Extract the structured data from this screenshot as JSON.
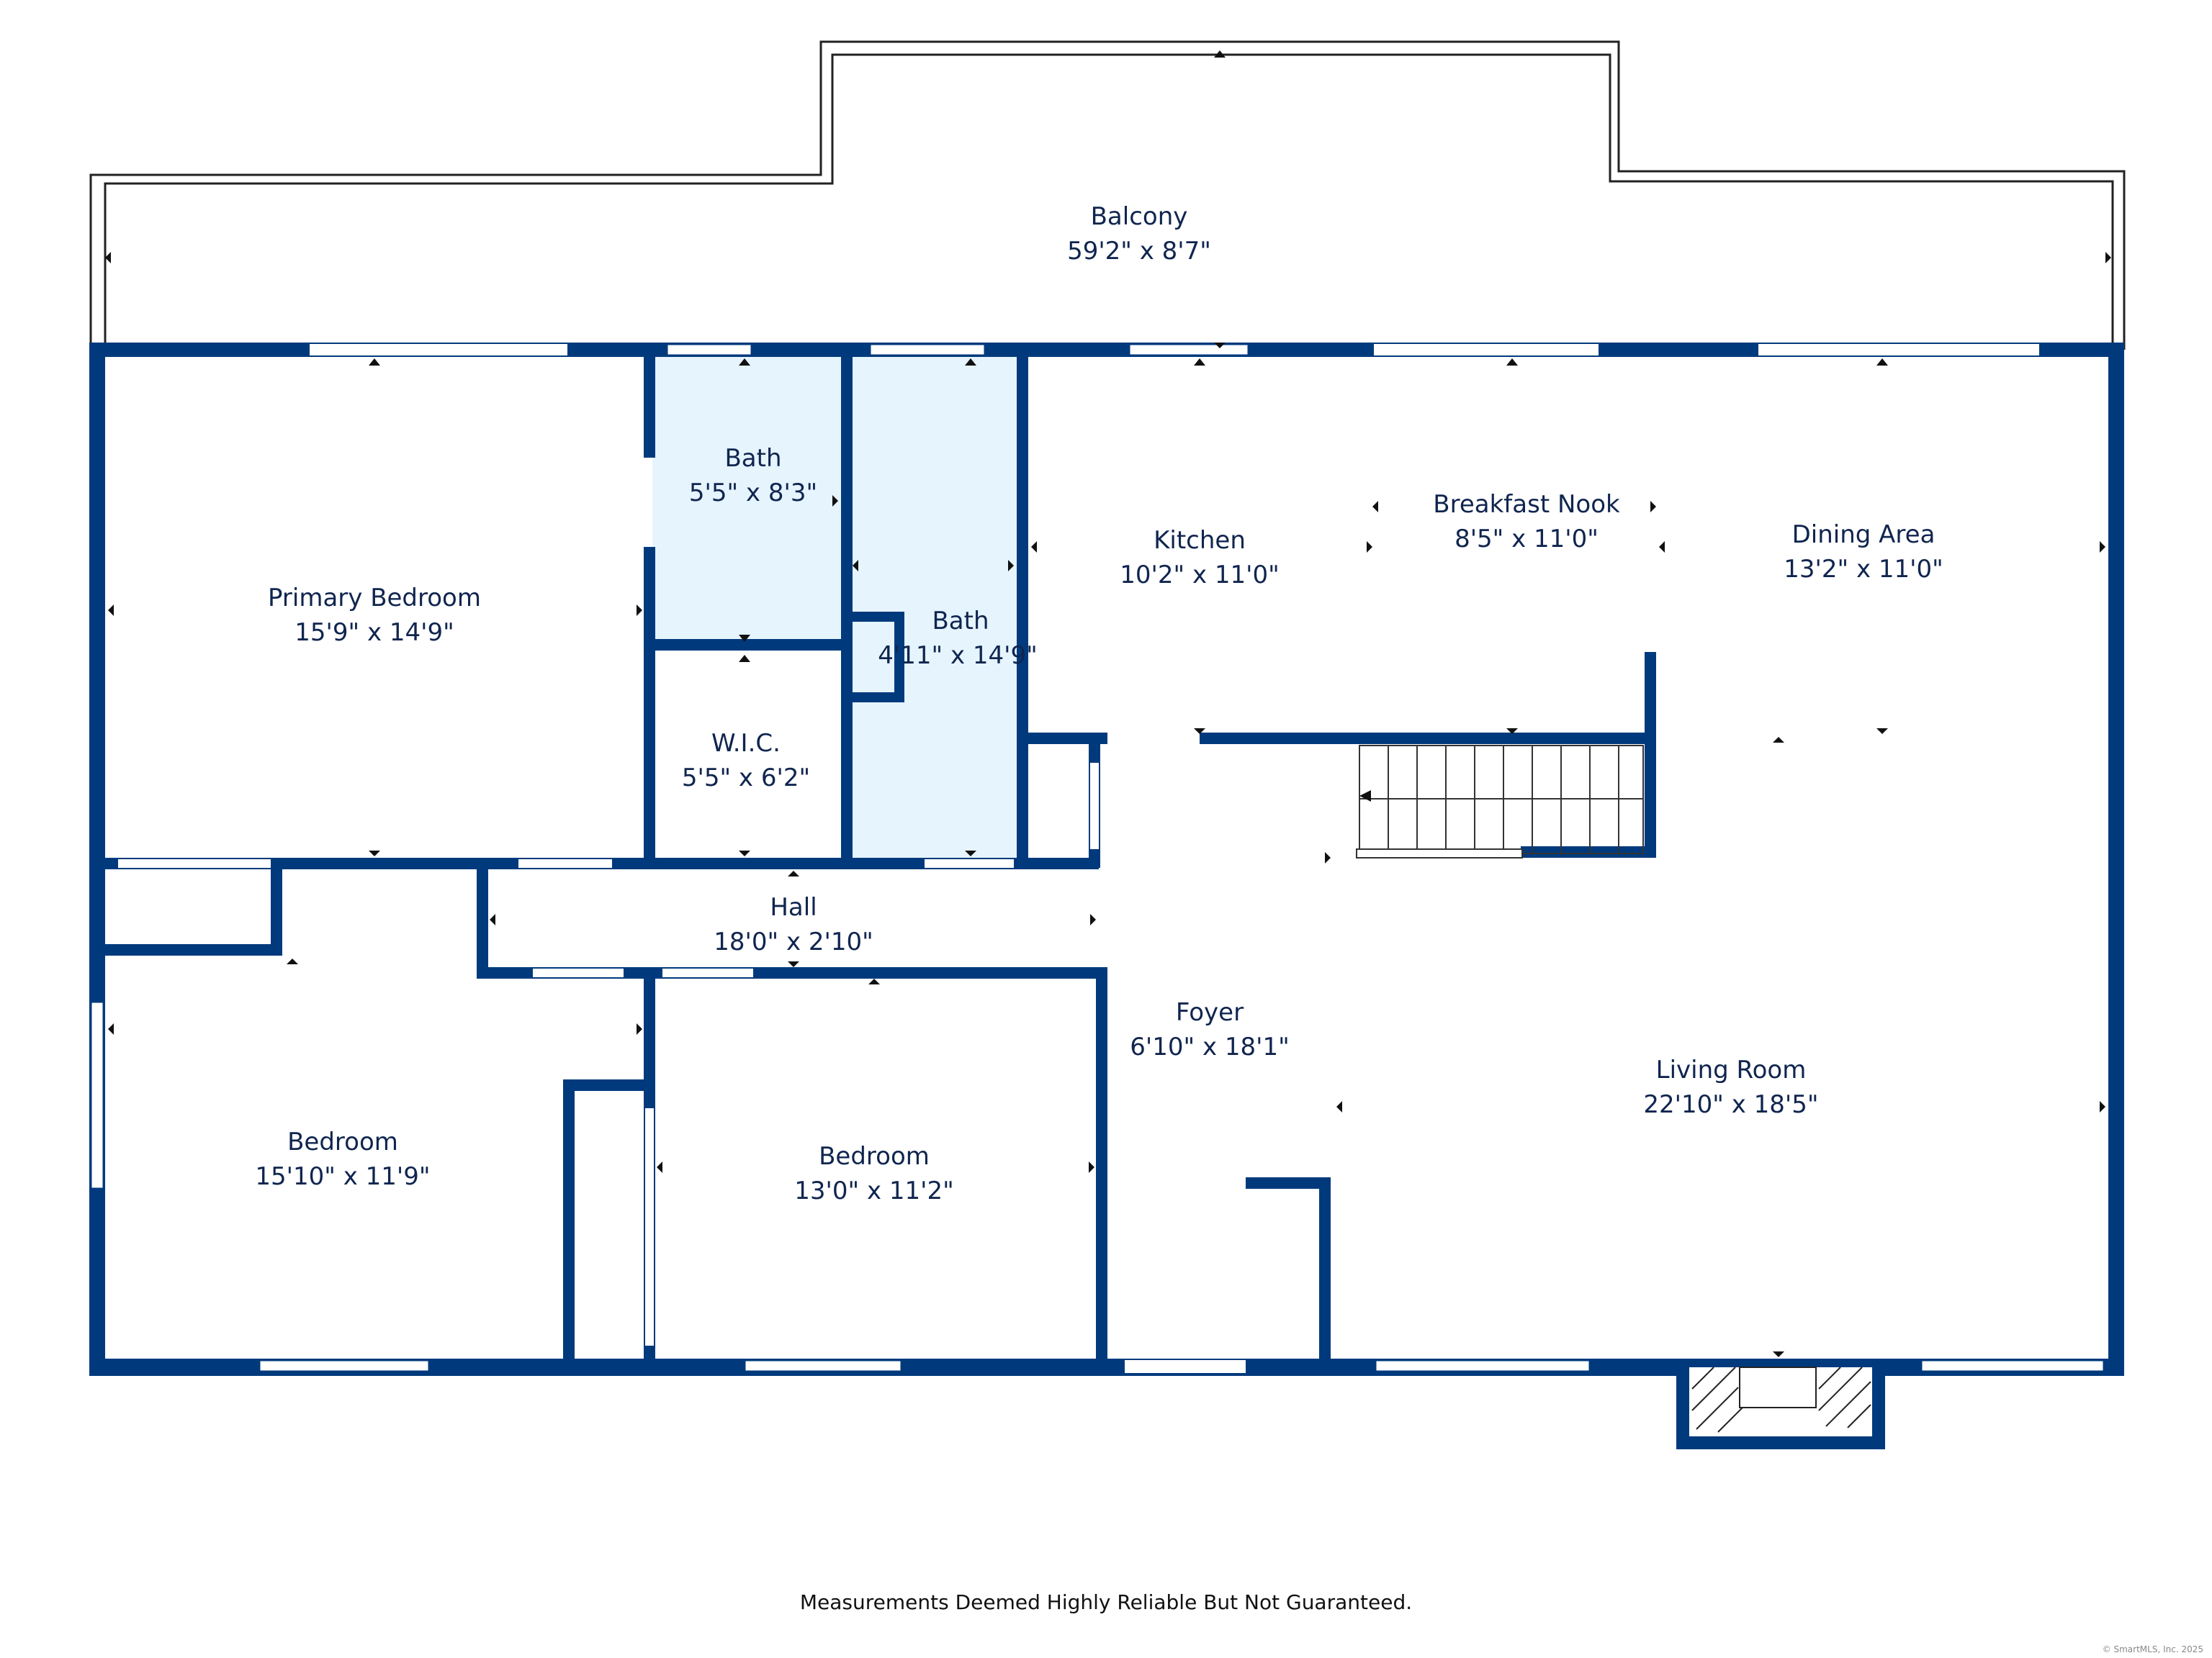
{
  "colors": {
    "wall": "#003a7d",
    "bath_fill": "#e6f4fd",
    "label": "#10254f"
  },
  "rooms": {
    "balcony": {
      "name": "Balcony",
      "dims": "59'2\" x 8'7\""
    },
    "primary_bedroom": {
      "name": "Primary Bedroom",
      "dims": "15'9\" x 14'9\""
    },
    "bath_1": {
      "name": "Bath",
      "dims": "5'5\" x 8'3\""
    },
    "bath_2": {
      "name": "Bath",
      "dims": "4'11\" x 14'9\""
    },
    "wic": {
      "name": "W.I.C.",
      "dims": "5'5\" x 6'2\""
    },
    "kitchen": {
      "name": "Kitchen",
      "dims": "10'2\" x 11'0\""
    },
    "breakfast_nook": {
      "name": "Breakfast Nook",
      "dims": "8'5\" x 11'0\""
    },
    "dining_area": {
      "name": "Dining Area",
      "dims": "13'2\" x 11'0\""
    },
    "hall": {
      "name": "Hall",
      "dims": "18'0\" x 2'10\""
    },
    "foyer": {
      "name": "Foyer",
      "dims": "6'10\" x 18'1\""
    },
    "living_room": {
      "name": "Living Room",
      "dims": "22'10\" x 18'5\""
    },
    "bedroom_1": {
      "name": "Bedroom",
      "dims": "15'10\" x 11'9\""
    },
    "bedroom_2": {
      "name": "Bedroom",
      "dims": "13'0\" x 11'2\""
    }
  },
  "footer": {
    "disclaimer": "Measurements Deemed Highly Reliable But Not Guaranteed.",
    "copyright": "© SmartMLS, Inc. 2025"
  }
}
